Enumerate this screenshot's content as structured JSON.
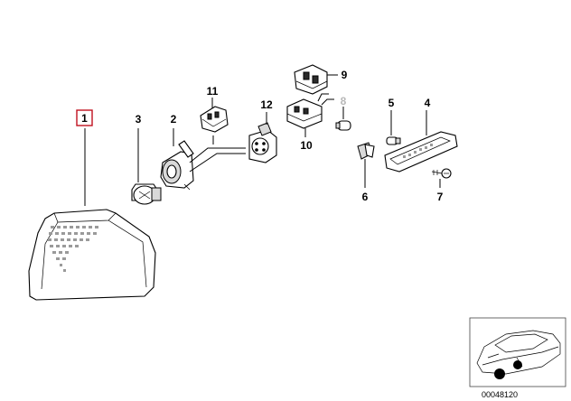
{
  "callouts": {
    "c1": "1",
    "c2": "2",
    "c3": "3",
    "c4": "4",
    "c5": "5",
    "c6": "6",
    "c7": "7",
    "c8": "8",
    "c9": "9",
    "c10": "10",
    "c11": "11",
    "c12": "12"
  },
  "selected_callout": "1",
  "diagram_number": "00048120",
  "colors": {
    "selection_box": "#c0111f",
    "dimmed_callout": "#b8b8b8",
    "marker_fill": "#000000"
  }
}
